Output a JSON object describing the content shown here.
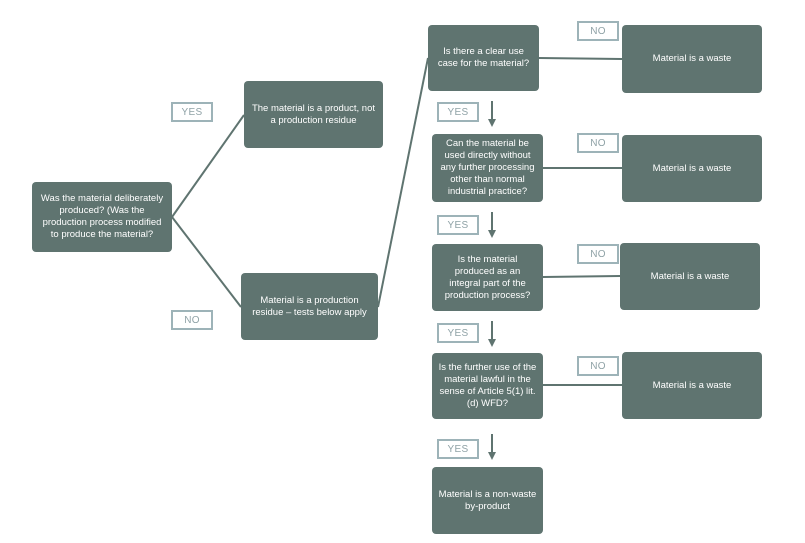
{
  "colors": {
    "node_fill": "#5f7470",
    "node_text": "#ffffff",
    "connector": "#5f7470",
    "tag_border": "#9db3b8",
    "tag_text": "#8fa2a6"
  },
  "nodes": {
    "start": "Was the material deliberately produced? (Was the production process modified to produce the material?",
    "product": "The material is a product, not a production residue",
    "residue": "Material is a production residue – tests below apply",
    "q1": "Is there a clear use case for the material?",
    "q2": "Can the material be used directly without any further processing other than normal industrial practice?",
    "q3": "Is the material produced as an integral part of the production process?",
    "q4": "Is the further use of the material lawful in the sense of Article 5(1) lit. (d) WFD?",
    "waste1": "Material is a waste",
    "waste2": "Material is a waste",
    "waste3": "Material is a waste",
    "waste4": "Material is a waste",
    "byproduct": "Material is a non-waste by-product"
  },
  "tags": {
    "yes_product": "YES",
    "no_residue": "NO",
    "no_q1": "NO",
    "yes_q1": "YES",
    "no_q2": "NO",
    "yes_q2": "YES",
    "no_q3": "NO",
    "yes_q3": "YES",
    "no_q4": "NO",
    "yes_q4": "YES"
  }
}
